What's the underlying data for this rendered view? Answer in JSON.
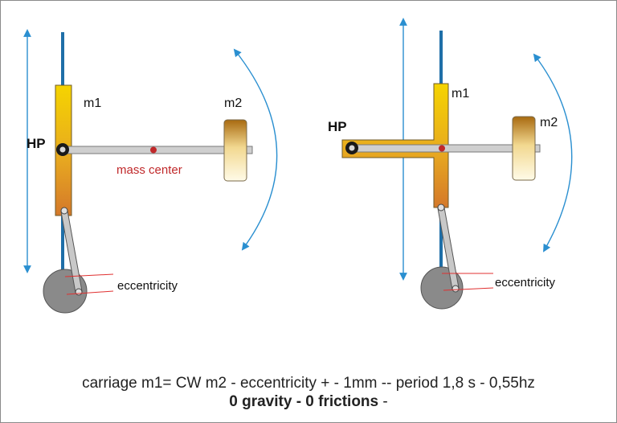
{
  "left_diagram": {
    "hp_label": "HP",
    "m1_label": "m1",
    "m2_label": "m2",
    "mass_center_label": "mass center",
    "eccentricity_label": "eccentricity"
  },
  "right_diagram": {
    "hp_label": "HP",
    "m1_label": "m1",
    "m2_label": "m2",
    "eccentricity_label": "eccentricity"
  },
  "caption": {
    "line1": "carriage m1= CW m2 - eccentricity + - 1mm -- period 1,8 s - 0,55hz",
    "line2_bold": "0 gravity - 0 frictions",
    "line2_suffix": " -"
  },
  "colors": {
    "arrow_blue": "#2a8fd0",
    "rail_blue": "#1f6fa8",
    "carriage_gold": "#e8b800",
    "rod_gray": "#c8c8c8",
    "wheel_gray": "#8a8a8a",
    "mass_center_red": "#c0282a",
    "eccentricity_red": "#e03030"
  }
}
